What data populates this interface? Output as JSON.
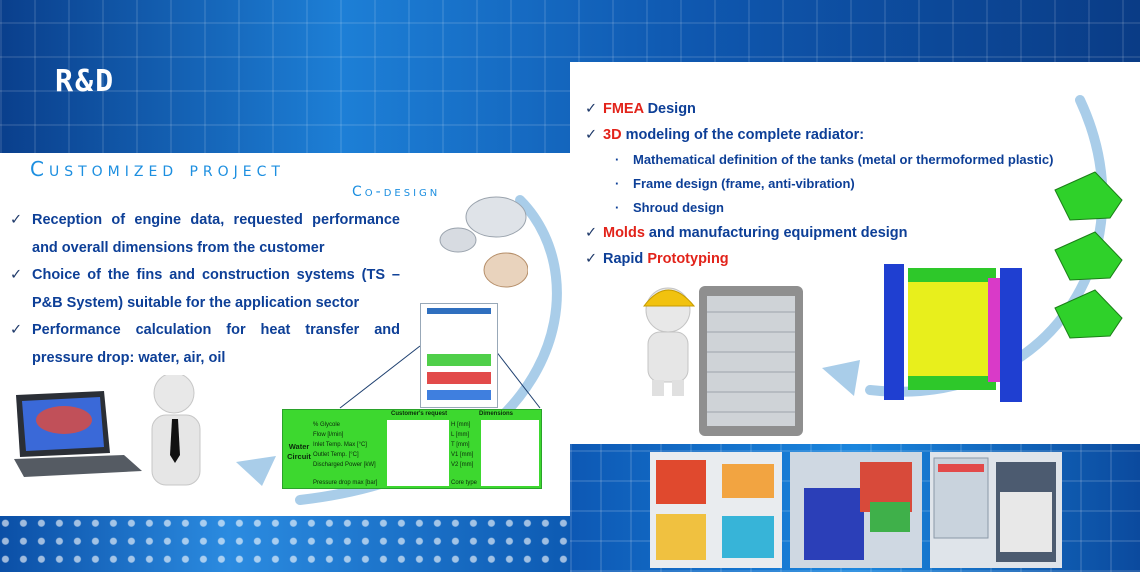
{
  "logo": "R&D",
  "left_heading": "Customized project",
  "left_subheading": "Co-design",
  "left_bullets": [
    "Reception of engine data, requested performance and overall dimensions from the customer",
    "Choice of the fins and construction systems (TS – P&B System) suitable for the application sector",
    "Performance calculation for heat transfer and pressure drop: water, air, oil"
  ],
  "right_items": {
    "fmea_red": "FMEA",
    "fmea_rest": " Design",
    "model_red": "3D",
    "model_rest": " modeling of the complete radiator:",
    "sub1": "Mathematical definition of the tanks (metal or thermoformed plastic)",
    "sub2": "Frame design (frame, anti-vibration)",
    "sub3": "Shroud design",
    "molds_red": "Molds",
    "molds_rest": " and manufacturing equipment design",
    "proto_pre": "Rapid ",
    "proto_red": "Prototyping"
  },
  "check_glyph": "✓",
  "dot_glyph": "·",
  "table": {
    "header_request": "Customer's request",
    "header_dimensions": "Dimensions",
    "group_label": "Water Circuit",
    "rows": [
      "% Glycole",
      "Flow [l/min]",
      "Inlet Temp. Max [°C]",
      "Outlet Temp. [°C]",
      "Discharged Power [kW]",
      "Pressure drop max [bar]"
    ],
    "dims": [
      "H [mm]",
      "L [mm]",
      "T [mm]",
      "V1 [mm]",
      "V2 [mm]",
      "Core type"
    ]
  },
  "colors": {
    "brand_blue": "#0d3f97",
    "accent_red": "#e2231a",
    "heading_blue": "#1d8fe0",
    "table_green": "#3dd82f"
  },
  "icons": [
    "check-icon",
    "person-with-laptop",
    "person-with-helmet",
    "radiator-image",
    "fin-samples",
    "arrow-curved"
  ]
}
